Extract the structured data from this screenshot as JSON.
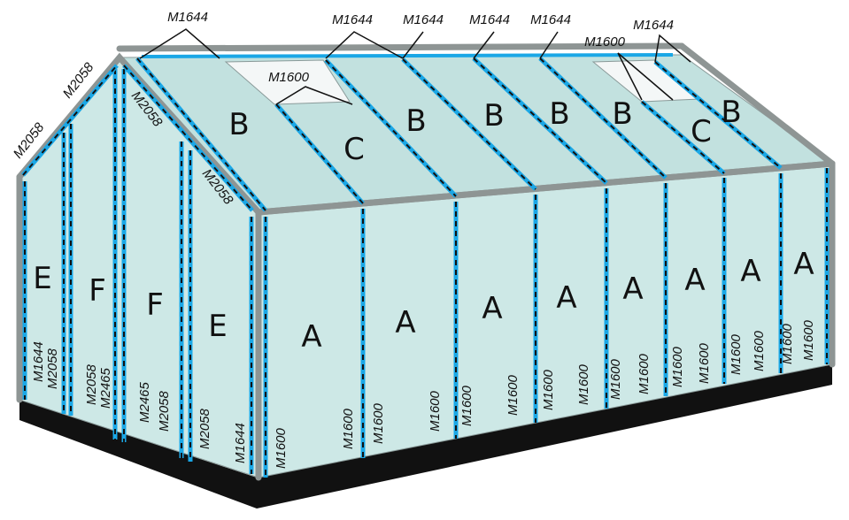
{
  "panels": {
    "side": [
      "A",
      "A",
      "A",
      "A",
      "A",
      "A",
      "A",
      "A"
    ],
    "roof": [
      "B",
      "C",
      "B",
      "B",
      "B",
      "B",
      "C",
      "B"
    ],
    "gable": [
      "E",
      "F",
      "F",
      "E"
    ]
  },
  "labels": {
    "ridge": [
      "M1644",
      "M1644",
      "M1644",
      "M1644",
      "M1644",
      "M1644"
    ],
    "roof_small": [
      "M1600",
      "M1600"
    ],
    "gable_roof": [
      "M2058",
      "M2058",
      "M2058",
      "M2058"
    ],
    "gable_bottom": [
      "M1644",
      "M2058",
      "M2058",
      "M2465",
      "M2465",
      "M2058",
      "M2058",
      "M1644"
    ],
    "side_bottom": [
      "M1600",
      "M1600",
      "M1600",
      "M1600",
      "M1600",
      "M1600",
      "M1600",
      "M1600",
      "M1600",
      "M1600",
      "M1600",
      "M1600",
      "M1600",
      "M1600",
      "M1600",
      "M1600"
    ]
  },
  "colors": {
    "glass": "#cde8e6",
    "glazing_strip": "#1aa7e6",
    "frame": "#8e9594",
    "base": "#111111"
  }
}
